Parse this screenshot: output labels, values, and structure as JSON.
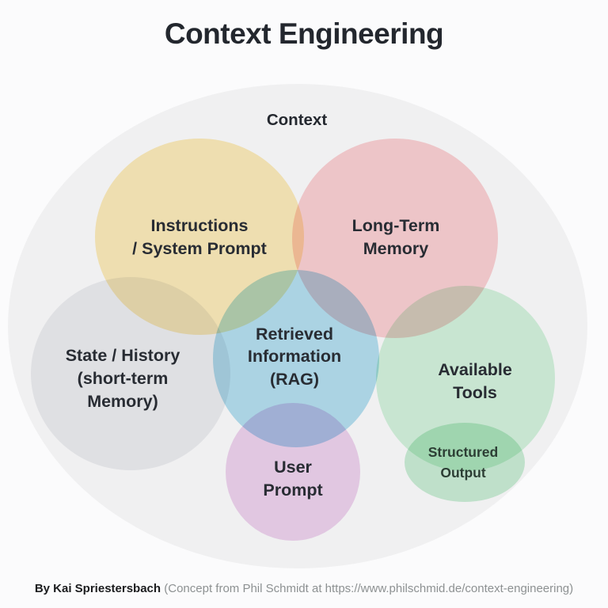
{
  "title": "Context Engineering",
  "diagram": {
    "outer": {
      "label": "Context",
      "color": "#f0f0f1"
    },
    "circles": [
      {
        "name": "instructions-system-prompt",
        "color": "#fde9ae",
        "lines": [
          "Instructions",
          "/ System Prompt"
        ]
      },
      {
        "name": "long-term-memory",
        "color": "#fccacd",
        "lines": [
          "Long-Term",
          "Memory"
        ]
      },
      {
        "name": "state-history",
        "color": "#eaebee",
        "lines": [
          "State / History",
          "(short-term",
          "Memory)"
        ]
      },
      {
        "name": "retrieved-information-rag",
        "color": "#a9dcee",
        "lines": [
          "Retrieved",
          "Information",
          "(RAG)"
        ]
      },
      {
        "name": "available-tools",
        "color": "#cef2d8",
        "lines": [
          "Available",
          "Tools"
        ]
      },
      {
        "name": "user-prompt",
        "color": "#ecccec",
        "lines": [
          "User",
          "Prompt"
        ]
      },
      {
        "name": "structured-output",
        "color": "#c2ebcf",
        "lines": [
          "Structured",
          "Output"
        ]
      }
    ]
  },
  "footer": {
    "author": "By Kai Spriestersbach",
    "credit": "(Concept from Phil Schmidt at https://www.philschmid.de/context-engineering)"
  }
}
